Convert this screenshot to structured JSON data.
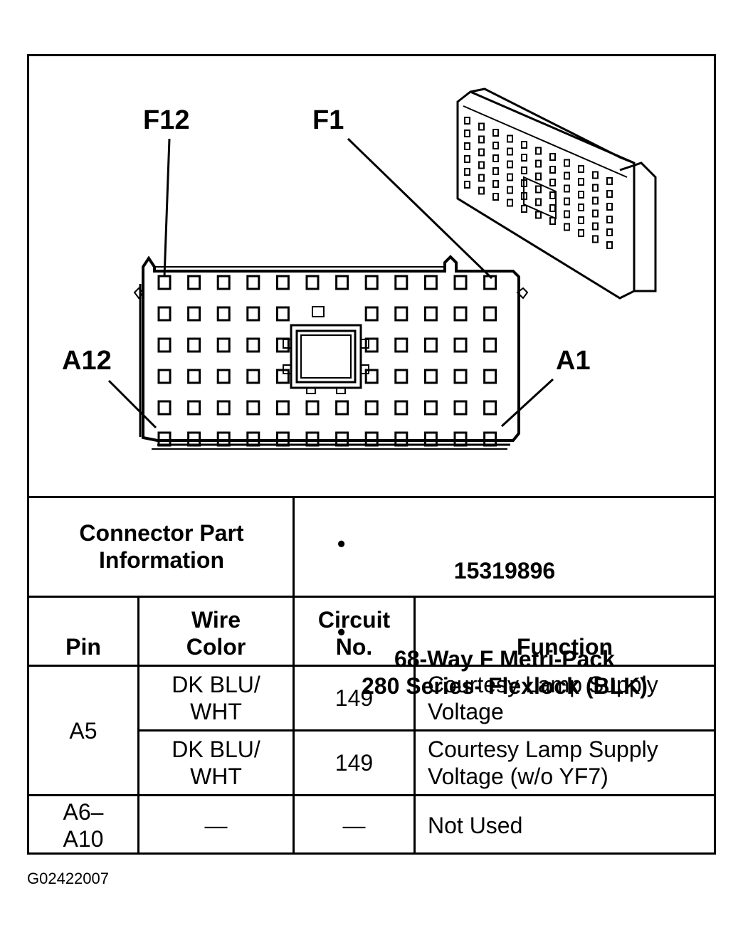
{
  "diagram": {
    "labels": {
      "f12": "F12",
      "f1": "F1",
      "a12": "A12",
      "a1": "A1"
    }
  },
  "connector_info": {
    "label": "Connector Part\nInformation",
    "items": [
      "15319896",
      "68-Way F Metri-Pack\n280 Series- Flexlock (BLK)"
    ]
  },
  "table": {
    "headers": {
      "pin": "Pin",
      "wire_color": "Wire\nColor",
      "circuit_no": "Circuit\nNo.",
      "function": "Function"
    },
    "rows": [
      {
        "pin": "A5",
        "wire_color": "DK BLU/\nWHT",
        "circuit": "149",
        "function": "Courtesy Lamp Supply\nVoltage"
      },
      {
        "pin": "",
        "wire_color": "DK BLU/\nWHT",
        "circuit": "149",
        "function": "Courtesy Lamp Supply\nVoltage (w/o YF7)"
      },
      {
        "pin": "A6–\nA10",
        "wire_color": "—",
        "circuit": "—",
        "function": "Not Used"
      }
    ]
  },
  "figure_id": "G02422007"
}
